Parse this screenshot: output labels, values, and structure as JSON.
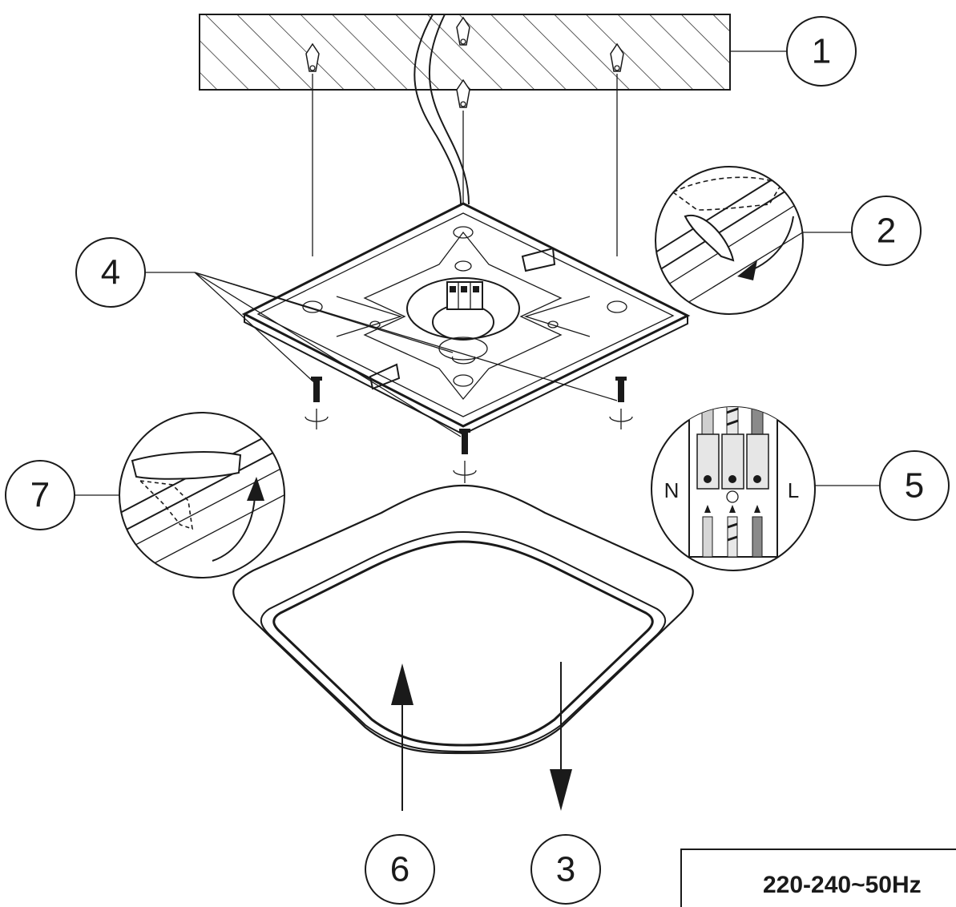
{
  "callouts": {
    "c1": "1",
    "c2": "2",
    "c3": "3",
    "c4": "4",
    "c5": "5",
    "c6": "6",
    "c7": "7"
  },
  "wiring": {
    "neutral_label": "N",
    "live_label": "L"
  },
  "rating": {
    "text": "220-240~50Hz"
  }
}
